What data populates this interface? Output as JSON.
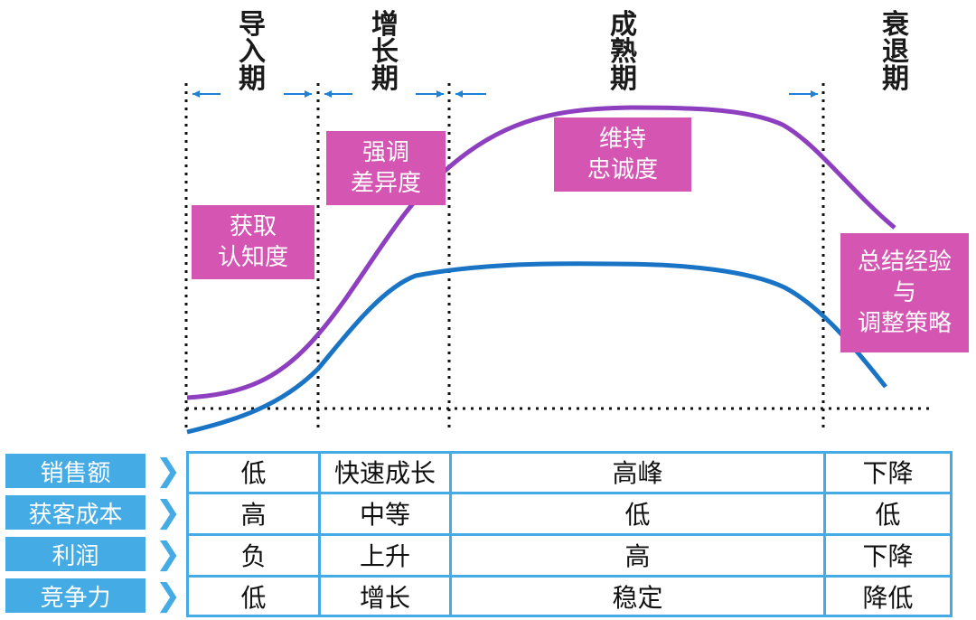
{
  "phases": [
    {
      "chars": [
        "导",
        "入",
        "期"
      ]
    },
    {
      "chars": [
        "增",
        "长",
        "期"
      ]
    },
    {
      "chars": [
        "成",
        "熟",
        "期"
      ]
    },
    {
      "chars": [
        "衰",
        "退",
        "期"
      ]
    }
  ],
  "callouts": [
    {
      "lines": [
        "获取",
        "认知度"
      ]
    },
    {
      "lines": [
        "强调",
        "差异度"
      ]
    },
    {
      "lines": [
        "维持",
        "忠诚度"
      ]
    },
    {
      "lines": [
        "总结经验",
        "与",
        "调整策略"
      ]
    }
  ],
  "table": {
    "rows": [
      {
        "label": "销售额",
        "cells": [
          "低",
          "快速成长",
          "高峰",
          "下降"
        ]
      },
      {
        "label": "获客成本",
        "cells": [
          "高",
          "中等",
          "低",
          "低"
        ]
      },
      {
        "label": "利润",
        "cells": [
          "负",
          "上升",
          "高",
          "下降"
        ]
      },
      {
        "label": "竞争力",
        "cells": [
          "低",
          "增长",
          "稳定",
          "降低"
        ]
      }
    ],
    "arrow_glyph": "❯"
  },
  "colors": {
    "purple_curve": "#8e3fbf",
    "blue_curve": "#1a74c6",
    "callout_fill": "#d455b2",
    "table_blue": "#45abe4",
    "divider": "#111111",
    "arrow": "#1f7fd4"
  }
}
